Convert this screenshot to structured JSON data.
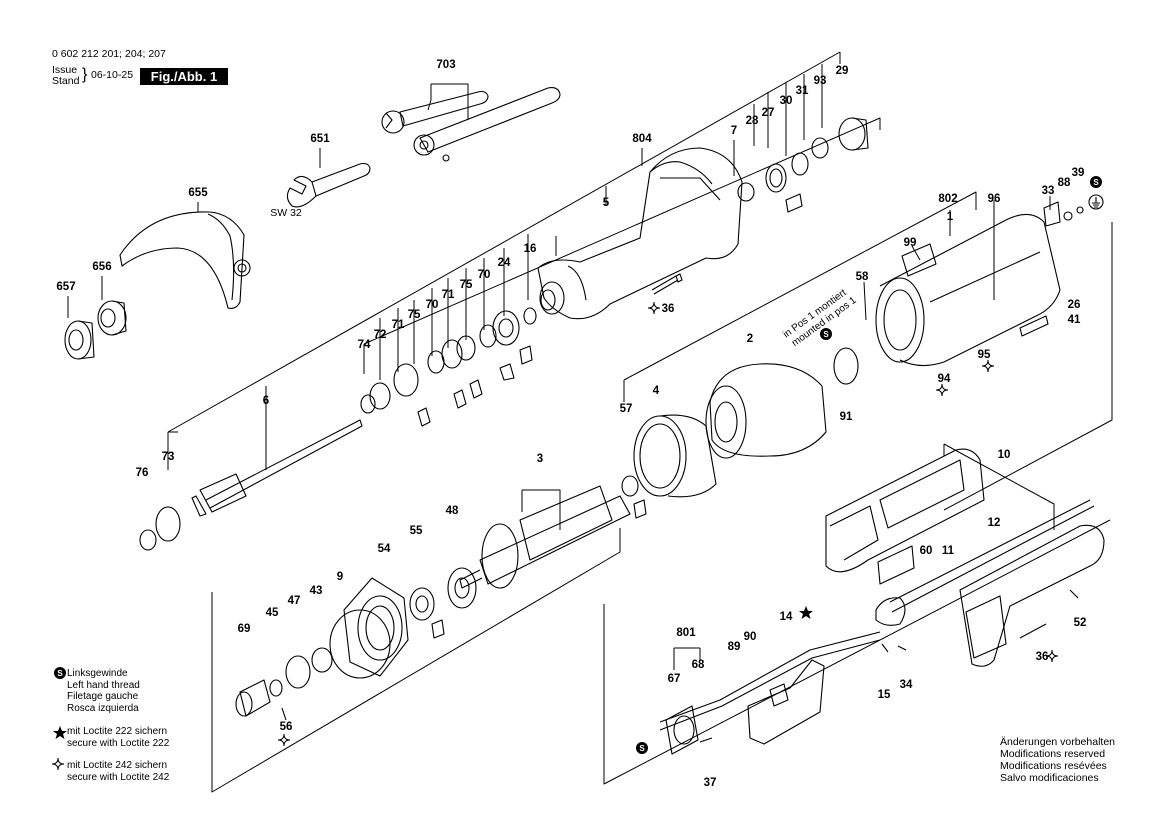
{
  "header": {
    "model_numbers": "0 602 212 201; 204; 207",
    "issue_label": "Issue",
    "stand_label": "Stand",
    "date": "06-10-25",
    "figure": "Fig./Abb. 1"
  },
  "callouts": [
    {
      "id": "c703",
      "text": "703"
    },
    {
      "id": "c651",
      "text": "651"
    },
    {
      "id": "csw32",
      "text": "SW 32"
    },
    {
      "id": "c655",
      "text": "655"
    },
    {
      "id": "c656",
      "text": "656"
    },
    {
      "id": "c657",
      "text": "657"
    },
    {
      "id": "c804",
      "text": "804"
    },
    {
      "id": "c5",
      "text": "5"
    },
    {
      "id": "c7",
      "text": "7"
    },
    {
      "id": "c28",
      "text": "28"
    },
    {
      "id": "c27",
      "text": "27"
    },
    {
      "id": "c30",
      "text": "30"
    },
    {
      "id": "c31",
      "text": "31"
    },
    {
      "id": "c93",
      "text": "93"
    },
    {
      "id": "c29",
      "text": "29"
    },
    {
      "id": "c16",
      "text": "16"
    },
    {
      "id": "c24",
      "text": "24"
    },
    {
      "id": "c70a",
      "text": "70"
    },
    {
      "id": "c75a",
      "text": "75"
    },
    {
      "id": "c71a",
      "text": "71"
    },
    {
      "id": "c70b",
      "text": "70"
    },
    {
      "id": "c75b",
      "text": "75"
    },
    {
      "id": "c71b",
      "text": "71"
    },
    {
      "id": "c72",
      "text": "72"
    },
    {
      "id": "c74",
      "text": "74"
    },
    {
      "id": "c6",
      "text": "6"
    },
    {
      "id": "c73",
      "text": "73"
    },
    {
      "id": "c76",
      "text": "76"
    },
    {
      "id": "c36a",
      "text": "36"
    },
    {
      "id": "c802",
      "text": "802"
    },
    {
      "id": "c1",
      "text": "1"
    },
    {
      "id": "c96",
      "text": "96"
    },
    {
      "id": "c99",
      "text": "99"
    },
    {
      "id": "c33",
      "text": "33"
    },
    {
      "id": "c88",
      "text": "88"
    },
    {
      "id": "c39",
      "text": "39"
    },
    {
      "id": "c26",
      "text": "26"
    },
    {
      "id": "c41",
      "text": "41"
    },
    {
      "id": "c58",
      "text": "58"
    },
    {
      "id": "c95",
      "text": "95"
    },
    {
      "id": "c94",
      "text": "94"
    },
    {
      "id": "c2",
      "text": "2"
    },
    {
      "id": "c57",
      "text": "57"
    },
    {
      "id": "c4",
      "text": "4"
    },
    {
      "id": "c91",
      "text": "91"
    },
    {
      "id": "c3",
      "text": "3"
    },
    {
      "id": "c48",
      "text": "48"
    },
    {
      "id": "c55",
      "text": "55"
    },
    {
      "id": "c54",
      "text": "54"
    },
    {
      "id": "c9",
      "text": "9"
    },
    {
      "id": "c43",
      "text": "43"
    },
    {
      "id": "c47",
      "text": "47"
    },
    {
      "id": "c45",
      "text": "45"
    },
    {
      "id": "c69",
      "text": "69"
    },
    {
      "id": "c56",
      "text": "56"
    },
    {
      "id": "c10",
      "text": "10"
    },
    {
      "id": "c12",
      "text": "12"
    },
    {
      "id": "c60",
      "text": "60"
    },
    {
      "id": "c11",
      "text": "11"
    },
    {
      "id": "c14",
      "text": "14"
    },
    {
      "id": "c801",
      "text": "801"
    },
    {
      "id": "c68",
      "text": "68"
    },
    {
      "id": "c89",
      "text": "89"
    },
    {
      "id": "c90",
      "text": "90"
    },
    {
      "id": "c67",
      "text": "67"
    },
    {
      "id": "c15",
      "text": "15"
    },
    {
      "id": "c34",
      "text": "34"
    },
    {
      "id": "c52",
      "text": "52"
    },
    {
      "id": "c36b",
      "text": "36"
    },
    {
      "id": "c37",
      "text": "37"
    }
  ],
  "mounting_note": {
    "line1": "in Pos 1 montiert",
    "line2": "mounted in pos 1"
  },
  "legend": {
    "left_hand_thread": [
      "Linksgewinde",
      "Left hand thread",
      "Filetage gauche",
      "Rosca izquierda"
    ],
    "loctite_222": [
      "mit Loctite 222 sichern",
      "secure with Loctite 222"
    ],
    "loctite_242": [
      "mit Loctite 242 sichern",
      "secure with Loctite 242"
    ]
  },
  "notes": [
    "Änderungen vorbehalten",
    "Modifications reserved",
    "Modifications resévées",
    "Salvo modificaciones"
  ],
  "symbols": {
    "left_thread_letter": "S",
    "ground_letter": "G"
  }
}
